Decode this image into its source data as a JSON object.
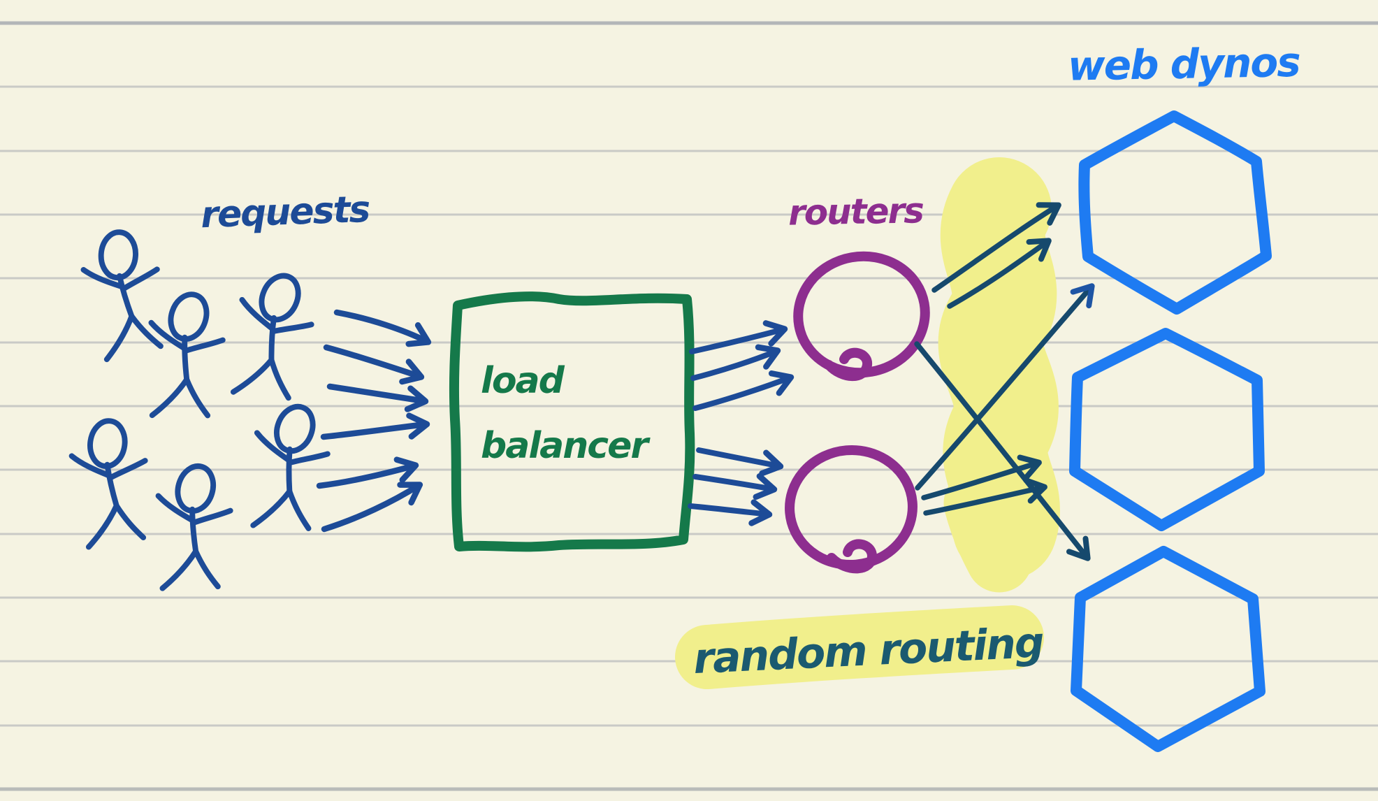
{
  "labels": {
    "requests": "requests",
    "load_line1": "load",
    "load_line2": "balancer",
    "routers": "routers",
    "web_dynos": "web dynos",
    "random_routing": "random routing"
  },
  "colors": {
    "background": "#f5f3e2",
    "ruled_line": "#c9cac6",
    "ruled_line_edge": "#b3b6b8",
    "ink_navy": "#1d4b97",
    "ink_green": "#15794a",
    "ink_purple": "#8d2e8f",
    "ink_azure": "#1e7bf2",
    "ink_teal": "#16496d",
    "ink_teal_text": "#1b5a70",
    "highlighter_yellow": "#f1ef8c"
  },
  "diagram": {
    "type": "hand-drawn-architecture-sketch",
    "nodes": [
      {
        "id": "users",
        "label": "requests",
        "shape": "stick-figure",
        "count": 6,
        "color_key": "ink_navy"
      },
      {
        "id": "load-balancer",
        "label": "load balancer",
        "shape": "rectangle",
        "count": 1,
        "color_key": "ink_green"
      },
      {
        "id": "routers",
        "label": "routers",
        "shape": "circle",
        "count": 2,
        "color_key": "ink_purple"
      },
      {
        "id": "web-dynos",
        "label": "web dynos",
        "shape": "hexagon",
        "count": 3,
        "color_key": "ink_azure"
      }
    ],
    "edges": [
      {
        "from": "users",
        "to": "load-balancer",
        "arrows": 6
      },
      {
        "from": "load-balancer",
        "to": "router-1",
        "arrows": 3
      },
      {
        "from": "load-balancer",
        "to": "router-2",
        "arrows": 3
      },
      {
        "from": "router-1",
        "to": "dyno-1",
        "arrows": 2
      },
      {
        "from": "router-1",
        "to": "dyno-3",
        "arrows": 1
      },
      {
        "from": "router-2",
        "to": "dyno-1",
        "arrows": 1
      },
      {
        "from": "router-2",
        "to": "dyno-2",
        "arrows": 2
      }
    ],
    "annotation": "random routing",
    "highlight": "yellow highlighter swipe between routers and web dynos"
  }
}
